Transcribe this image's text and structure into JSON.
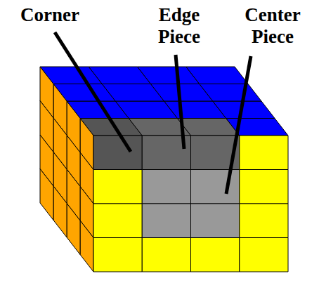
{
  "diagram": {
    "labels": [
      "Corner",
      "Edge Piece",
      "Center Piece"
    ]
  }
}
